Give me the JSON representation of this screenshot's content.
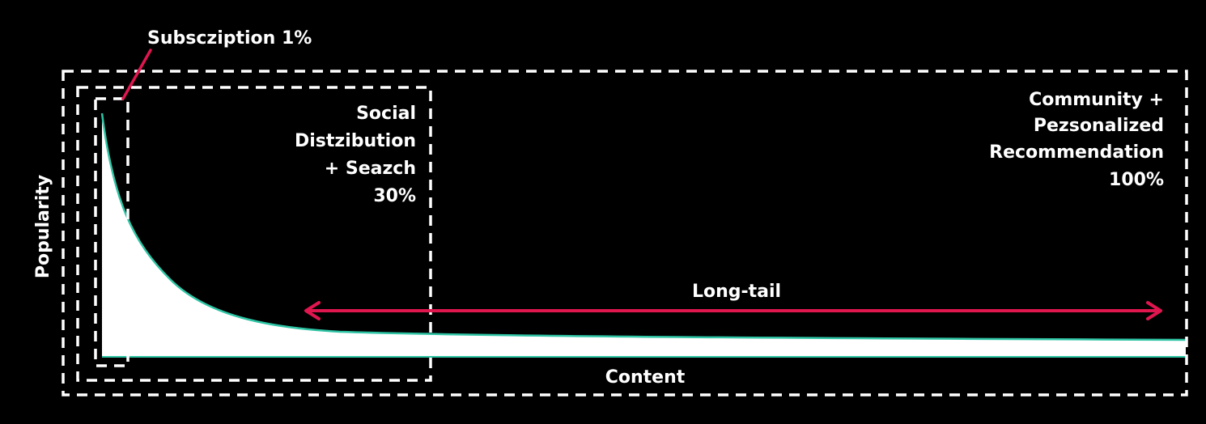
{
  "colors": {
    "background": "#000000",
    "foreground": "#ffffff",
    "accent": "#e0164f",
    "curve_edge": "#2ec4a4"
  },
  "axes": {
    "y_label": "Popularity",
    "x_label": "Content"
  },
  "regions": {
    "subscription": "Subscziption 1%",
    "social": [
      "Social",
      "Distzibution",
      "+ Seazch",
      "30%"
    ],
    "community": [
      "Community +",
      "Pezsonalized",
      "Recommendation",
      "100%"
    ]
  },
  "long_tail_label": "Long-tail"
}
